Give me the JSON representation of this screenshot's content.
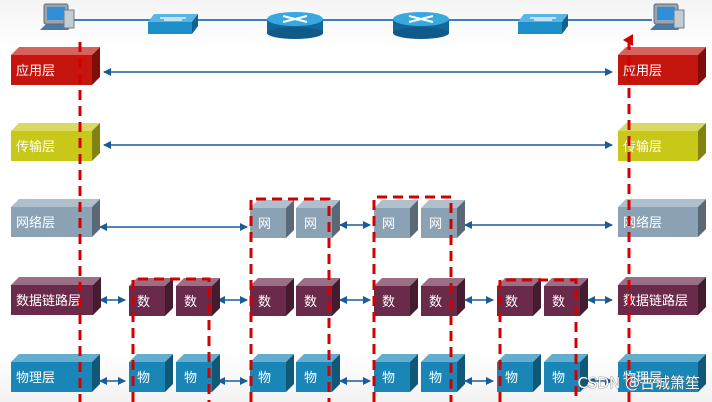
{
  "colors": {
    "application": "#c4160e",
    "transport": "#c8c818",
    "network": "#8aa2b4",
    "datalink": "#6a2a4a",
    "physical": "#1a86b8",
    "link_arrow": "#1a5c9a",
    "path_dash": "#d40000",
    "device": "#1e8ec8"
  },
  "devices": [
    {
      "type": "computer",
      "icon": "computer-icon"
    },
    {
      "type": "switch",
      "icon": "switch-icon"
    },
    {
      "type": "router",
      "icon": "router-icon"
    },
    {
      "type": "router",
      "icon": "router-icon"
    },
    {
      "type": "switch",
      "icon": "switch-icon"
    },
    {
      "type": "computer",
      "icon": "computer-icon"
    }
  ],
  "layers": [
    {
      "key": "application",
      "label": "应用层"
    },
    {
      "key": "transport",
      "label": "传输层"
    },
    {
      "key": "network",
      "label": "网络层"
    },
    {
      "key": "datalink",
      "label": "数据链路层"
    },
    {
      "key": "physical",
      "label": "物理层"
    }
  ],
  "block_labels": {
    "network": "网",
    "datalink": "数",
    "physical": "物"
  },
  "watermark": "CSDN @古城箫笙"
}
